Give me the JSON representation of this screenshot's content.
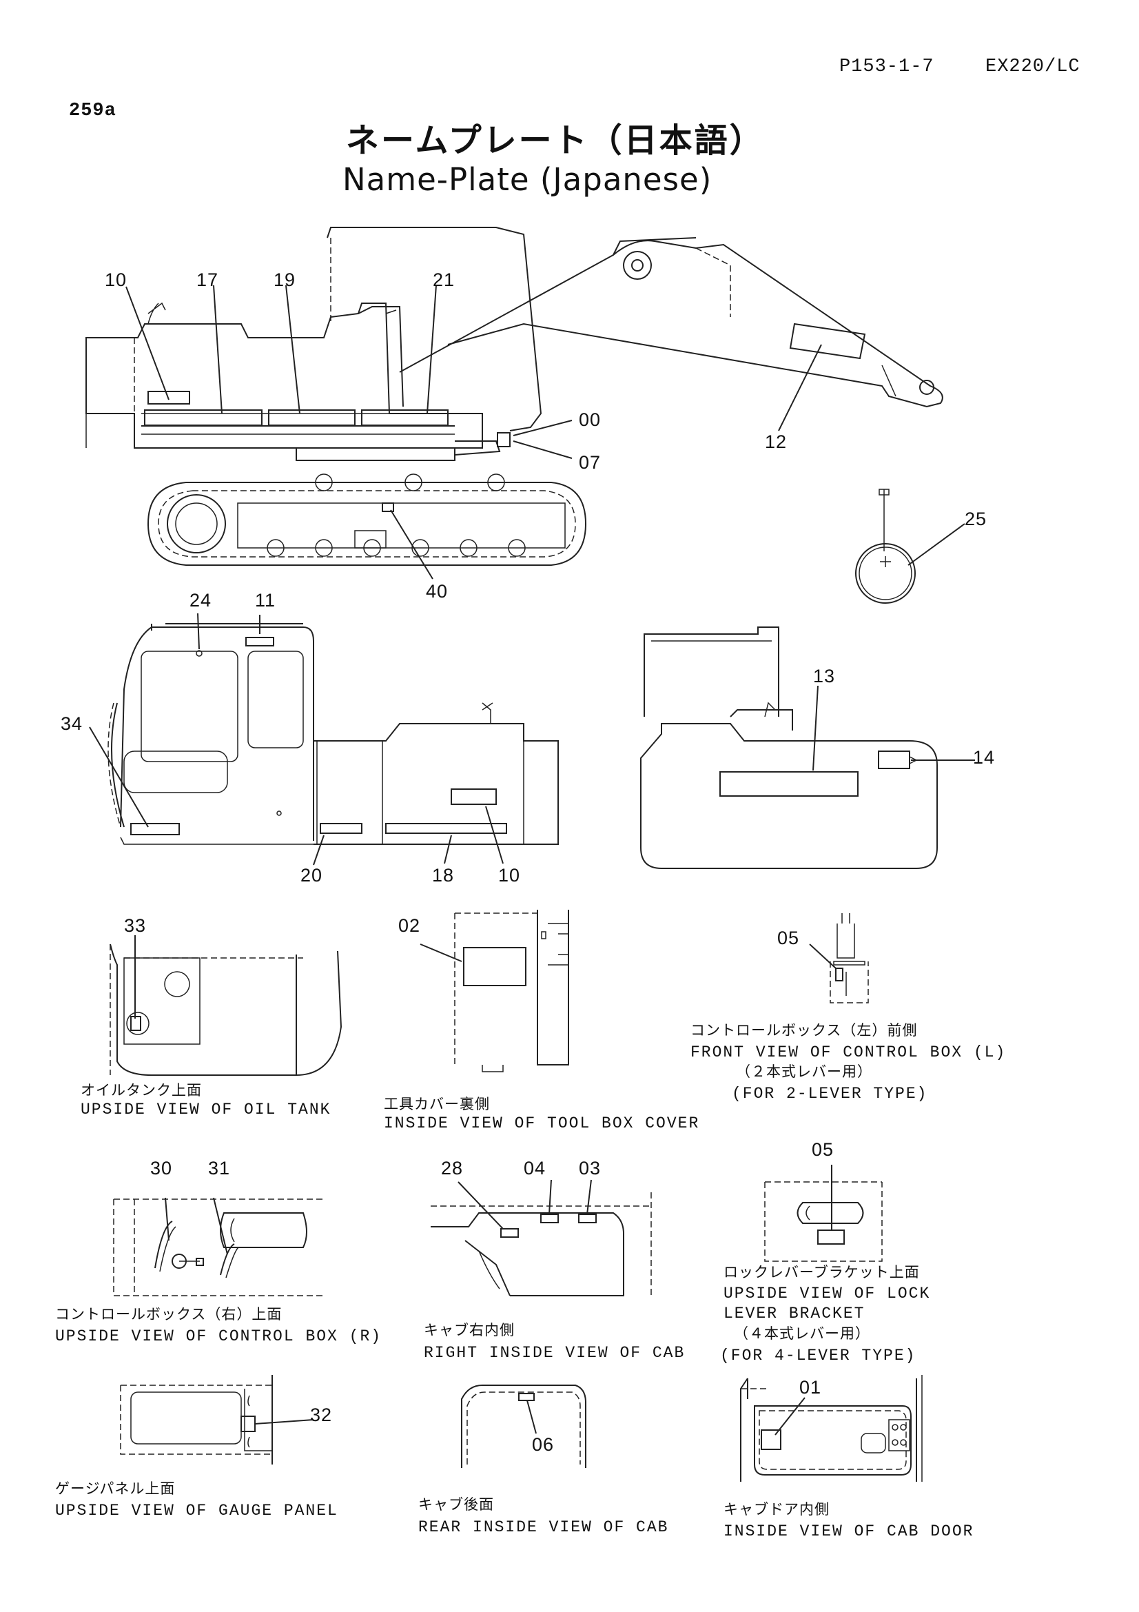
{
  "header": {
    "page_ref": "P153-1-7",
    "model": "EX220/LC",
    "figure_no": "259a"
  },
  "title": {
    "japanese": "ネームプレート（日本語）",
    "english": "Name-Plate (Japanese)"
  },
  "callouts": {
    "c10a": "10",
    "c17": "17",
    "c19": "19",
    "c21": "21",
    "c00": "00",
    "c07": "07",
    "c12": "12",
    "c25": "25",
    "c40": "40",
    "c24": "24",
    "c11": "11",
    "c34": "34",
    "c20": "20",
    "c18": "18",
    "c10b": "10",
    "c13": "13",
    "c14": "14",
    "c33": "33",
    "c02": "02",
    "c05a": "05",
    "c30": "30",
    "c31": "31",
    "c28": "28",
    "c04": "04",
    "c03": "03",
    "c05b": "05",
    "c32": "32",
    "c06": "06",
    "c01": "01"
  },
  "captions": {
    "oil_tank_j": "オイルタンク上面",
    "oil_tank_e": "UPSIDE VIEW OF OIL TANK",
    "tool_box_j": "工具カバー裏側",
    "tool_box_e": "INSIDE VIEW OF TOOL BOX COVER",
    "ctrl_l_j": "コントロールボックス（左）前側",
    "ctrl_l_e": "FRONT VIEW OF CONTROL BOX (L)",
    "ctrl_l_j2": "（２本式レバー用）",
    "ctrl_l_e2": "(FOR 2-LEVER TYPE)",
    "ctrl_r_j": "コントロールボックス（右）上面",
    "ctrl_r_e": "UPSIDE VIEW OF CONTROL BOX (R)",
    "cab_right_j": "キャブ右内側",
    "cab_right_e": "RIGHT INSIDE VIEW OF CAB",
    "lock_j": "ロックレバーブラケット上面",
    "lock_e1": "UPSIDE VIEW OF LOCK",
    "lock_e2": "LEVER BRACKET",
    "lock_j2": "（４本式レバー用）",
    "lock_e3": "(FOR 4-LEVER TYPE)",
    "gauge_j": "ゲージパネル上面",
    "gauge_e": "UPSIDE VIEW OF GAUGE PANEL",
    "cab_rear_j": "キャブ後面",
    "cab_rear_e": "REAR INSIDE VIEW OF CAB",
    "cab_door_j": "キャブドア内側",
    "cab_door_e": "INSIDE VIEW OF CAB DOOR"
  }
}
